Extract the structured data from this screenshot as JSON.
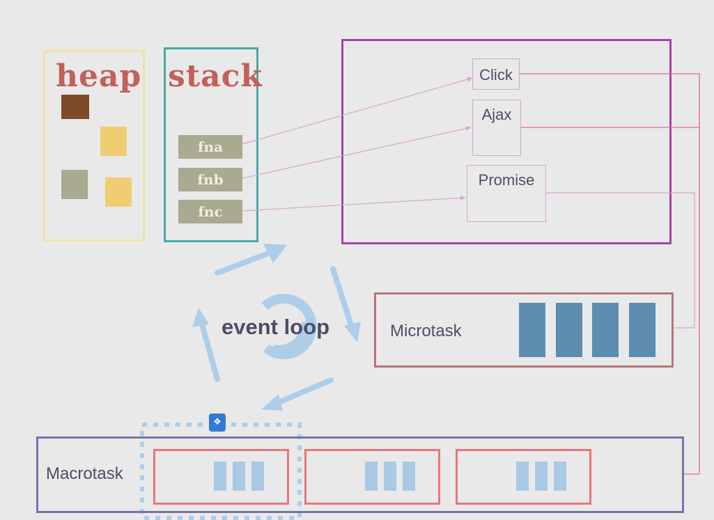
{
  "heap": {
    "title": "heap",
    "blocks": [
      "#7d4a2a",
      "#f0cd72",
      "#a9aa8f",
      "#f0cd72"
    ]
  },
  "stack": {
    "title": "stack",
    "frames": [
      "fna",
      "fnb",
      "fnc"
    ]
  },
  "web_api": {
    "items": [
      "Click",
      "Ajax",
      "Promise"
    ]
  },
  "microtask": {
    "label": "Microtask",
    "slots": 4
  },
  "macrotask": {
    "label": "Macrotask",
    "slots": 3
  },
  "event_loop": {
    "label": "event loop"
  },
  "colors": {
    "heap_border": "#efe3a6",
    "stack_border": "#48a9a5",
    "webapi_border": "#a244a7",
    "microtask_border": "#b77579",
    "macrotask_border": "#7674a6",
    "slot_border": "#e8767b",
    "callback_line": "#e06b8a",
    "arrow": "#aecde8"
  }
}
